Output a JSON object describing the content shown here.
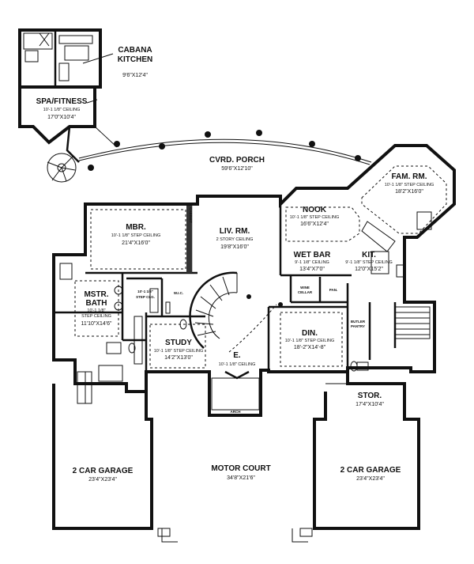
{
  "rooms": {
    "cabana_kitchen": {
      "name1": "CABANA",
      "name2": "KITCHEN",
      "size": "9'6\"X12'4\""
    },
    "spa": {
      "name": "SPA/FITNESS",
      "ceiling": "10'-1 1/8\" CEILING",
      "size": "17'0\"X10'4\""
    },
    "porch": {
      "name": "CVRD. PORCH",
      "size": "59'6\"X12'10\""
    },
    "fam": {
      "name": "FAM. RM.",
      "ceiling": "10'-1 1/8\" STEP CEILING",
      "size": "18'2\"X16'0\""
    },
    "nook": {
      "name": "NOOK",
      "ceiling": "10'-1 1/8\" STEP CEILING",
      "size": "16'6\"X12'4\""
    },
    "mbr": {
      "name": "MBR.",
      "ceiling": "10'-1 1/8\" STEP CEILING",
      "size": "21'4\"X16'0\""
    },
    "liv": {
      "name": "LIV. RM.",
      "ceiling": "2 STORY CEILING",
      "size": "19'8\"X16'0\""
    },
    "wetbar": {
      "name": "WET BAR",
      "ceiling": "9'-1 1/8\" CEILING",
      "size": "13'4\"X7'0\""
    },
    "kit": {
      "name": "KIT.",
      "ceiling": "9'-1 1/8\" STEP CEILING",
      "size": "12'0\"X15'2\""
    },
    "mbath": {
      "name1": "MSTR.",
      "name2": "BATH",
      "ceiling1": "10'-1 1/8\"",
      "ceiling2": "STEP CEILING",
      "size": "11'10\"X14'6\""
    },
    "study": {
      "name": "STUDY",
      "ceiling": "10'-1 1/8\" STEP CEILING",
      "size": "14'2\"X13'0\""
    },
    "din": {
      "name": "DIN.",
      "ceiling": "10'-1 1/8\" STEP CEILING",
      "size": "18'-2\"X14'-8\""
    },
    "entry": {
      "name": "E.",
      "ceiling": "10'-1 1/8\" CEILING"
    },
    "garage_left": {
      "name": "2 CAR GARAGE",
      "size": "23'4\"X23'4\""
    },
    "garage_right": {
      "name": "2 CAR GARAGE",
      "size": "23'4\"X23'4\""
    },
    "motor_court": {
      "name": "MOTOR COURT",
      "size": "34'8\"X21'6\""
    },
    "stor": {
      "name": "STOR.",
      "size": "17'4\"X10'4\""
    }
  },
  "small_labels": {
    "wine1": "WINE",
    "wine2": "CELLAR",
    "pan": "PAN.",
    "butler1": "BUTLER",
    "butler2": "PANTRY",
    "arch": "ARCH",
    "cabinet": "CABINET",
    "step_clg1": "10'-1 1/8\"",
    "step_clg2": "STEP CLG.",
    "wic": "W.I.C."
  }
}
